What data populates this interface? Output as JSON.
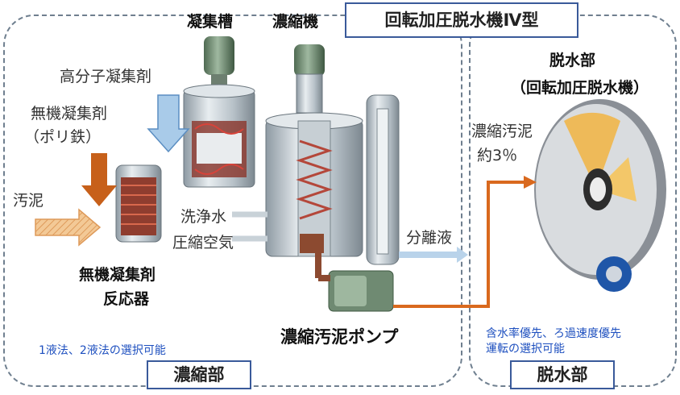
{
  "title": "回転加圧脱水機Ⅳ型",
  "thickening": {
    "section_label": "濃縮部",
    "note": "1液法、2液法の選択可能",
    "labels": {
      "coagulation_tank": "凝集槽",
      "thickener": "濃縮機",
      "polymer_coagulant": "高分子凝集剤",
      "inorganic_coagulant_line1": "無機凝集剤",
      "inorganic_coagulant_line2": "（ポリ鉄）",
      "sludge": "汚泥",
      "wash_water": "洗浄水",
      "compressed_air": "圧縮空気",
      "separated_liquid": "分離液",
      "reactor_line1": "無機凝集剤",
      "reactor_line2": "反応器",
      "pump": "濃縮汚泥ポンプ"
    }
  },
  "dewatering": {
    "section_label": "脱水部",
    "heading_line1": "脱水部",
    "heading_line2": "（回転加圧脱水機）",
    "sludge_line1": "濃縮汚泥",
    "sludge_line2": "約3％",
    "note_line1": "含水率優先、ろ過速度優先",
    "note_line2": "運転の選択可能"
  },
  "colors": {
    "frame": "#6f7f8f",
    "title_border": "#3a5a9a",
    "note_text": "#1d4fbf",
    "flow_arrow": "#d9691e",
    "polymer_arrow": "#9fc3e6"
  }
}
